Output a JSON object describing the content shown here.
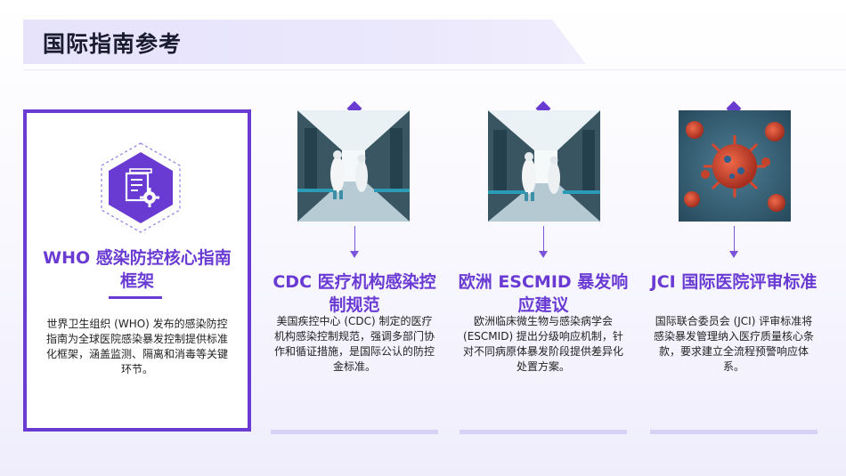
{
  "header": {
    "title": "国际指南参考"
  },
  "cards": [
    {
      "title": "WHO 感染防控核心指南框架",
      "desc": "世界卫生组织 (WHO) 发布的感染防控指南为全球医院感染暴发控制提供标准化框架，涵盖监测、隔离和消毒等关键环节。",
      "icon": "document-gear-icon"
    },
    {
      "title": "CDC 医疗机构感染控制规范",
      "desc": "美国疾控中心 (CDC) 制定的医疗机构感染控制规范，强调多部门协作和循证措施，是国际公认的防控金标准。",
      "image": "hospital-corridor-ppe-photo"
    },
    {
      "title": "欧洲 ESCMID 暴发响应建议",
      "desc": "欧洲临床微生物与感染病学会 (ESCMID) 提出分级响应机制，针对不同病原体暴发阶段提供差异化处置方案。",
      "image": "hospital-corridor-ppe-photo"
    },
    {
      "title": "JCI 国际医院评审标准",
      "desc": "国际联合委员会 (JCI) 评审标准将感染暴发管理纳入医疗质量核心条款，要求建立全流程预警响应体系。",
      "image": "virus-particles-photo"
    }
  ],
  "colors": {
    "accent": "#6a3bd3",
    "bar": "#d6d1f5"
  }
}
